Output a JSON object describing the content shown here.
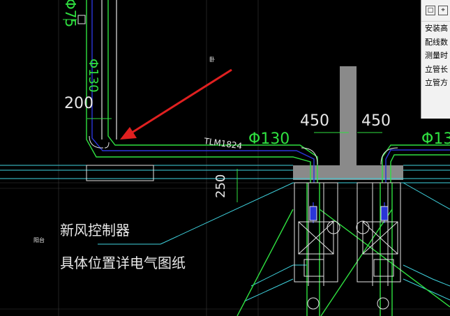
{
  "drawing": {
    "dim_phi75": "Φ75",
    "dim_phi130_vertical": "Φ130",
    "dim_200": "200",
    "dim_450_left": "450",
    "dim_450_right": "450",
    "dim_phi130_top": "Φ130",
    "dim_phi130_right": "Φ13",
    "dim_250": "250",
    "door_tag": "TLM1824",
    "note_line1": "新风控制器",
    "note_line2": "具体位置详电气图纸",
    "label_small_left": "阳台",
    "label_small_top": "卧",
    "colors": {
      "pipe_green": "#2fe040",
      "duct_blue": "#2a35d8",
      "wall_cyan": "#3fd4e0",
      "wall_gray": "#8a8a8a",
      "arrow_red": "#e02020"
    }
  },
  "properties_panel": {
    "toolbar_icons": [
      "checkbox-icon",
      "crosshair-icon"
    ],
    "rows": [
      "安装高",
      "配线数",
      "测量时",
      "立管长",
      "立管方"
    ]
  }
}
